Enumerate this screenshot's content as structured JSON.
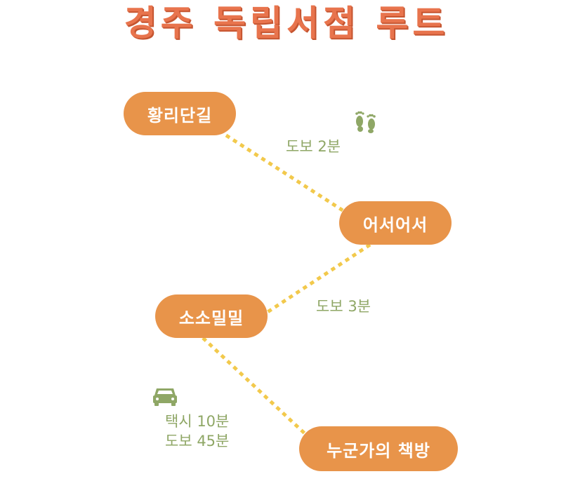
{
  "title": "경주 독립서점 루트",
  "nodes": [
    {
      "label": "황리단길"
    },
    {
      "label": "어서어서"
    },
    {
      "label": "소소밀밀"
    },
    {
      "label": "누군가의 책방"
    }
  ],
  "routes": [
    {
      "texts": [
        "도보 2분"
      ],
      "icon": "footprints-icon"
    },
    {
      "texts": [
        "도보 3분"
      ]
    },
    {
      "texts": [
        "택시 10분",
        "도보 45분"
      ],
      "icon": "car-icon"
    }
  ],
  "colors": {
    "title": "#e8744d",
    "node": "#e8944a",
    "connector": "#f2c94c",
    "route_text": "#8fa766"
  }
}
